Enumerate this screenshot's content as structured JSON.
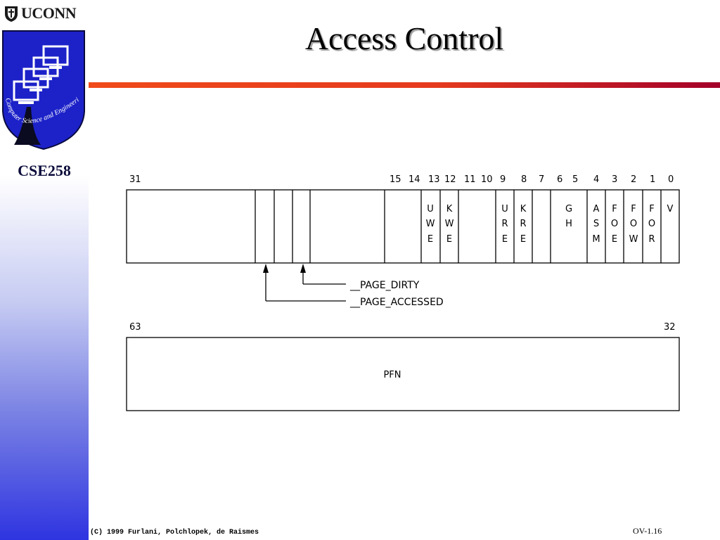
{
  "sidebar": {
    "logo_text": "UCONN",
    "emblem_text": "Computer Science and Engineering",
    "course_code": "CSE258"
  },
  "slide": {
    "title": "Access Control"
  },
  "diagram": {
    "low_word": {
      "bit_labels": [
        "31",
        "15",
        "14",
        "13",
        "12",
        "11",
        "10",
        "9",
        "8",
        "7",
        "6",
        "5",
        "4",
        "3",
        "2",
        "1",
        "0"
      ],
      "fields": [
        [
          "U",
          "W",
          "E"
        ],
        [
          "K",
          "W",
          "E"
        ],
        [
          "U",
          "R",
          "E"
        ],
        [
          "K",
          "R",
          "E"
        ],
        [
          "G",
          "H"
        ],
        [
          "A",
          "S",
          "M"
        ],
        [
          "F",
          "O",
          "E"
        ],
        [
          "F",
          "O",
          "W"
        ],
        [
          "F",
          "O",
          "R"
        ],
        [
          "V"
        ]
      ]
    },
    "pointers": {
      "dirty": "__PAGE_DIRTY",
      "accessed": "__PAGE_ACCESSED"
    },
    "high_word": {
      "left_bit": "63",
      "right_bit": "32",
      "field": "PFN"
    }
  },
  "footer": {
    "copyright": "(C) 1999 Furlani, Polchlopek, de Raismes",
    "page_number": "OV-1.16"
  },
  "colors": {
    "sidebar_bottom": "#2e34e0",
    "rule_left": "#f04a1a",
    "rule_right": "#a3002a",
    "emblem_blue": "#1c22c8"
  }
}
